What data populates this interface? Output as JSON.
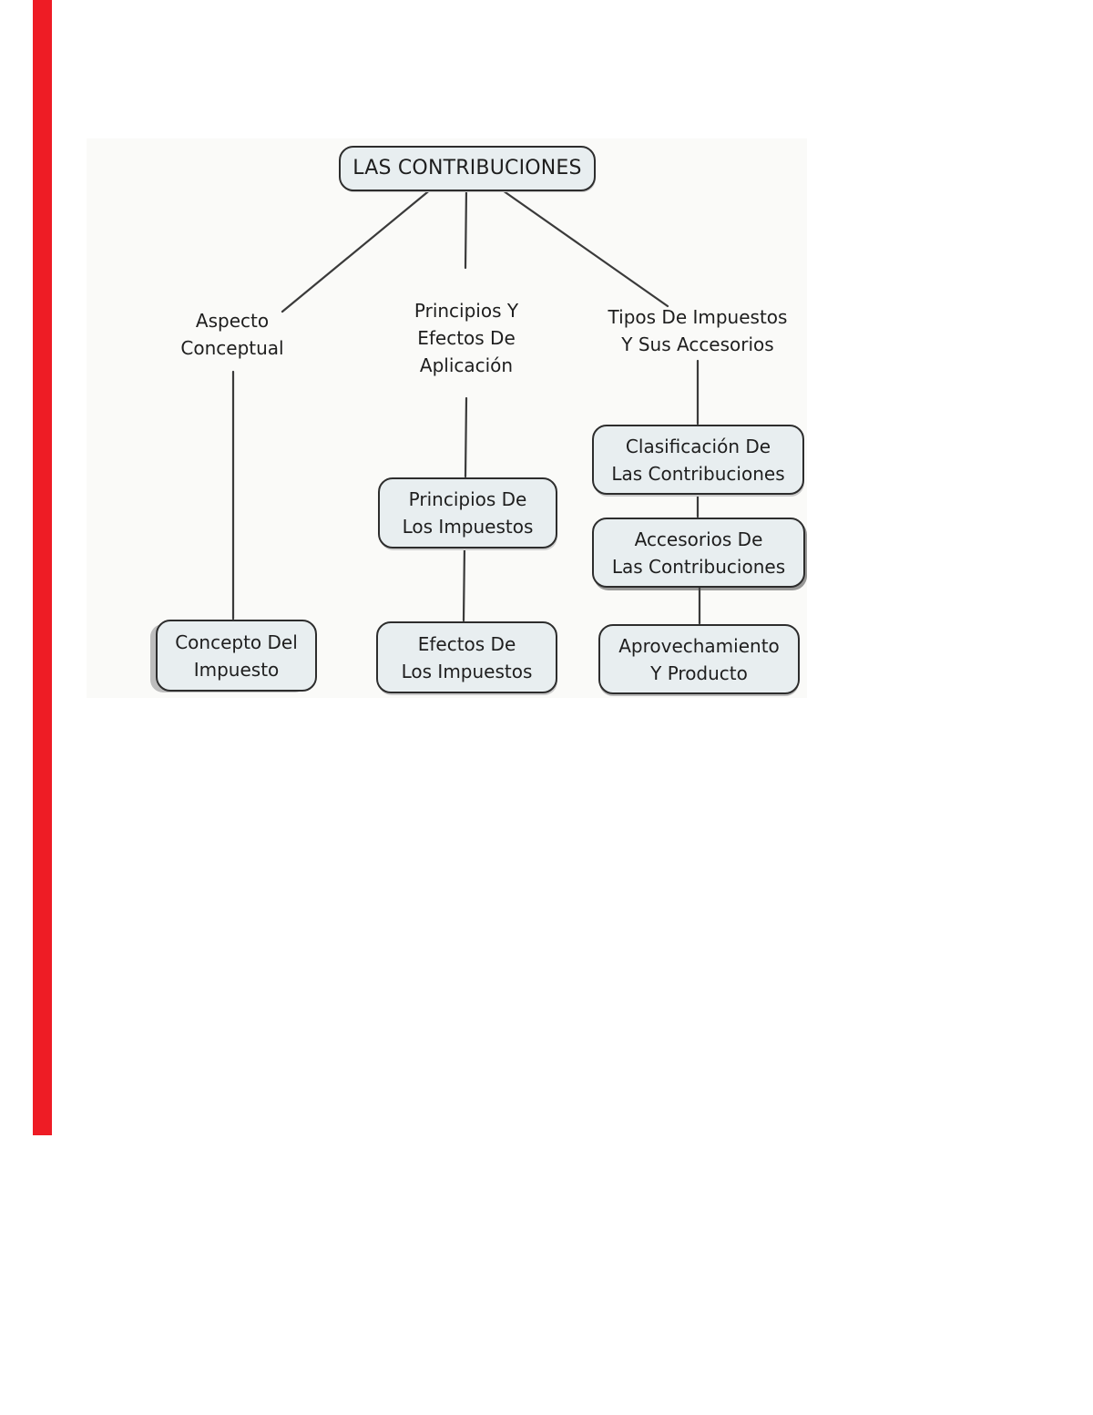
{
  "document": {
    "type": "concept-map",
    "language": "es"
  },
  "colors": {
    "page_bg": "#ffffff",
    "scan_tint": "#fafaf8",
    "red_bar": "#ee1c25",
    "box_fill": "#e8eef0",
    "box_border": "#2d2d2d",
    "line": "#3a3a3a",
    "text": "#1e1e1e"
  },
  "nodes": {
    "root": {
      "text": "LAS CONTRIBUCIONES"
    },
    "aspecto": {
      "line1": "Aspecto",
      "line2": "Conceptual"
    },
    "principios_label": {
      "line1": "Principios Y",
      "line2": "Efectos De",
      "line3": "Aplicación"
    },
    "tipos_label": {
      "line1": "Tipos De Impuestos",
      "line2": "Y Sus Accesorios"
    },
    "principios_box": {
      "line1": "Principios De",
      "line2": "Los Impuestos"
    },
    "clasificacion_box": {
      "line1": "Clasificación De",
      "line2": "Las Contribuciones"
    },
    "accesorios_box": {
      "line1": "Accesorios De",
      "line2": "Las Contribuciones"
    },
    "concepto_box": {
      "line1": "Concepto Del",
      "line2": "Impuesto"
    },
    "efectos_box": {
      "line1": "Efectos De",
      "line2": "Los Impuestos"
    },
    "aprovechamiento_box": {
      "line1": "Aprovechamiento",
      "line2": "Y Producto"
    }
  },
  "edges": [
    {
      "from": "root",
      "to": "aspecto"
    },
    {
      "from": "root",
      "to": "principios_label"
    },
    {
      "from": "root",
      "to": "tipos_label"
    },
    {
      "from": "aspecto",
      "to": "concepto_box"
    },
    {
      "from": "principios_label",
      "to": "principios_box"
    },
    {
      "from": "principios_box",
      "to": "efectos_box"
    },
    {
      "from": "tipos_label",
      "to": "clasificacion_box"
    },
    {
      "from": "clasificacion_box",
      "to": "accesorios_box"
    },
    {
      "from": "accesorios_box",
      "to": "aprovechamiento_box"
    }
  ]
}
